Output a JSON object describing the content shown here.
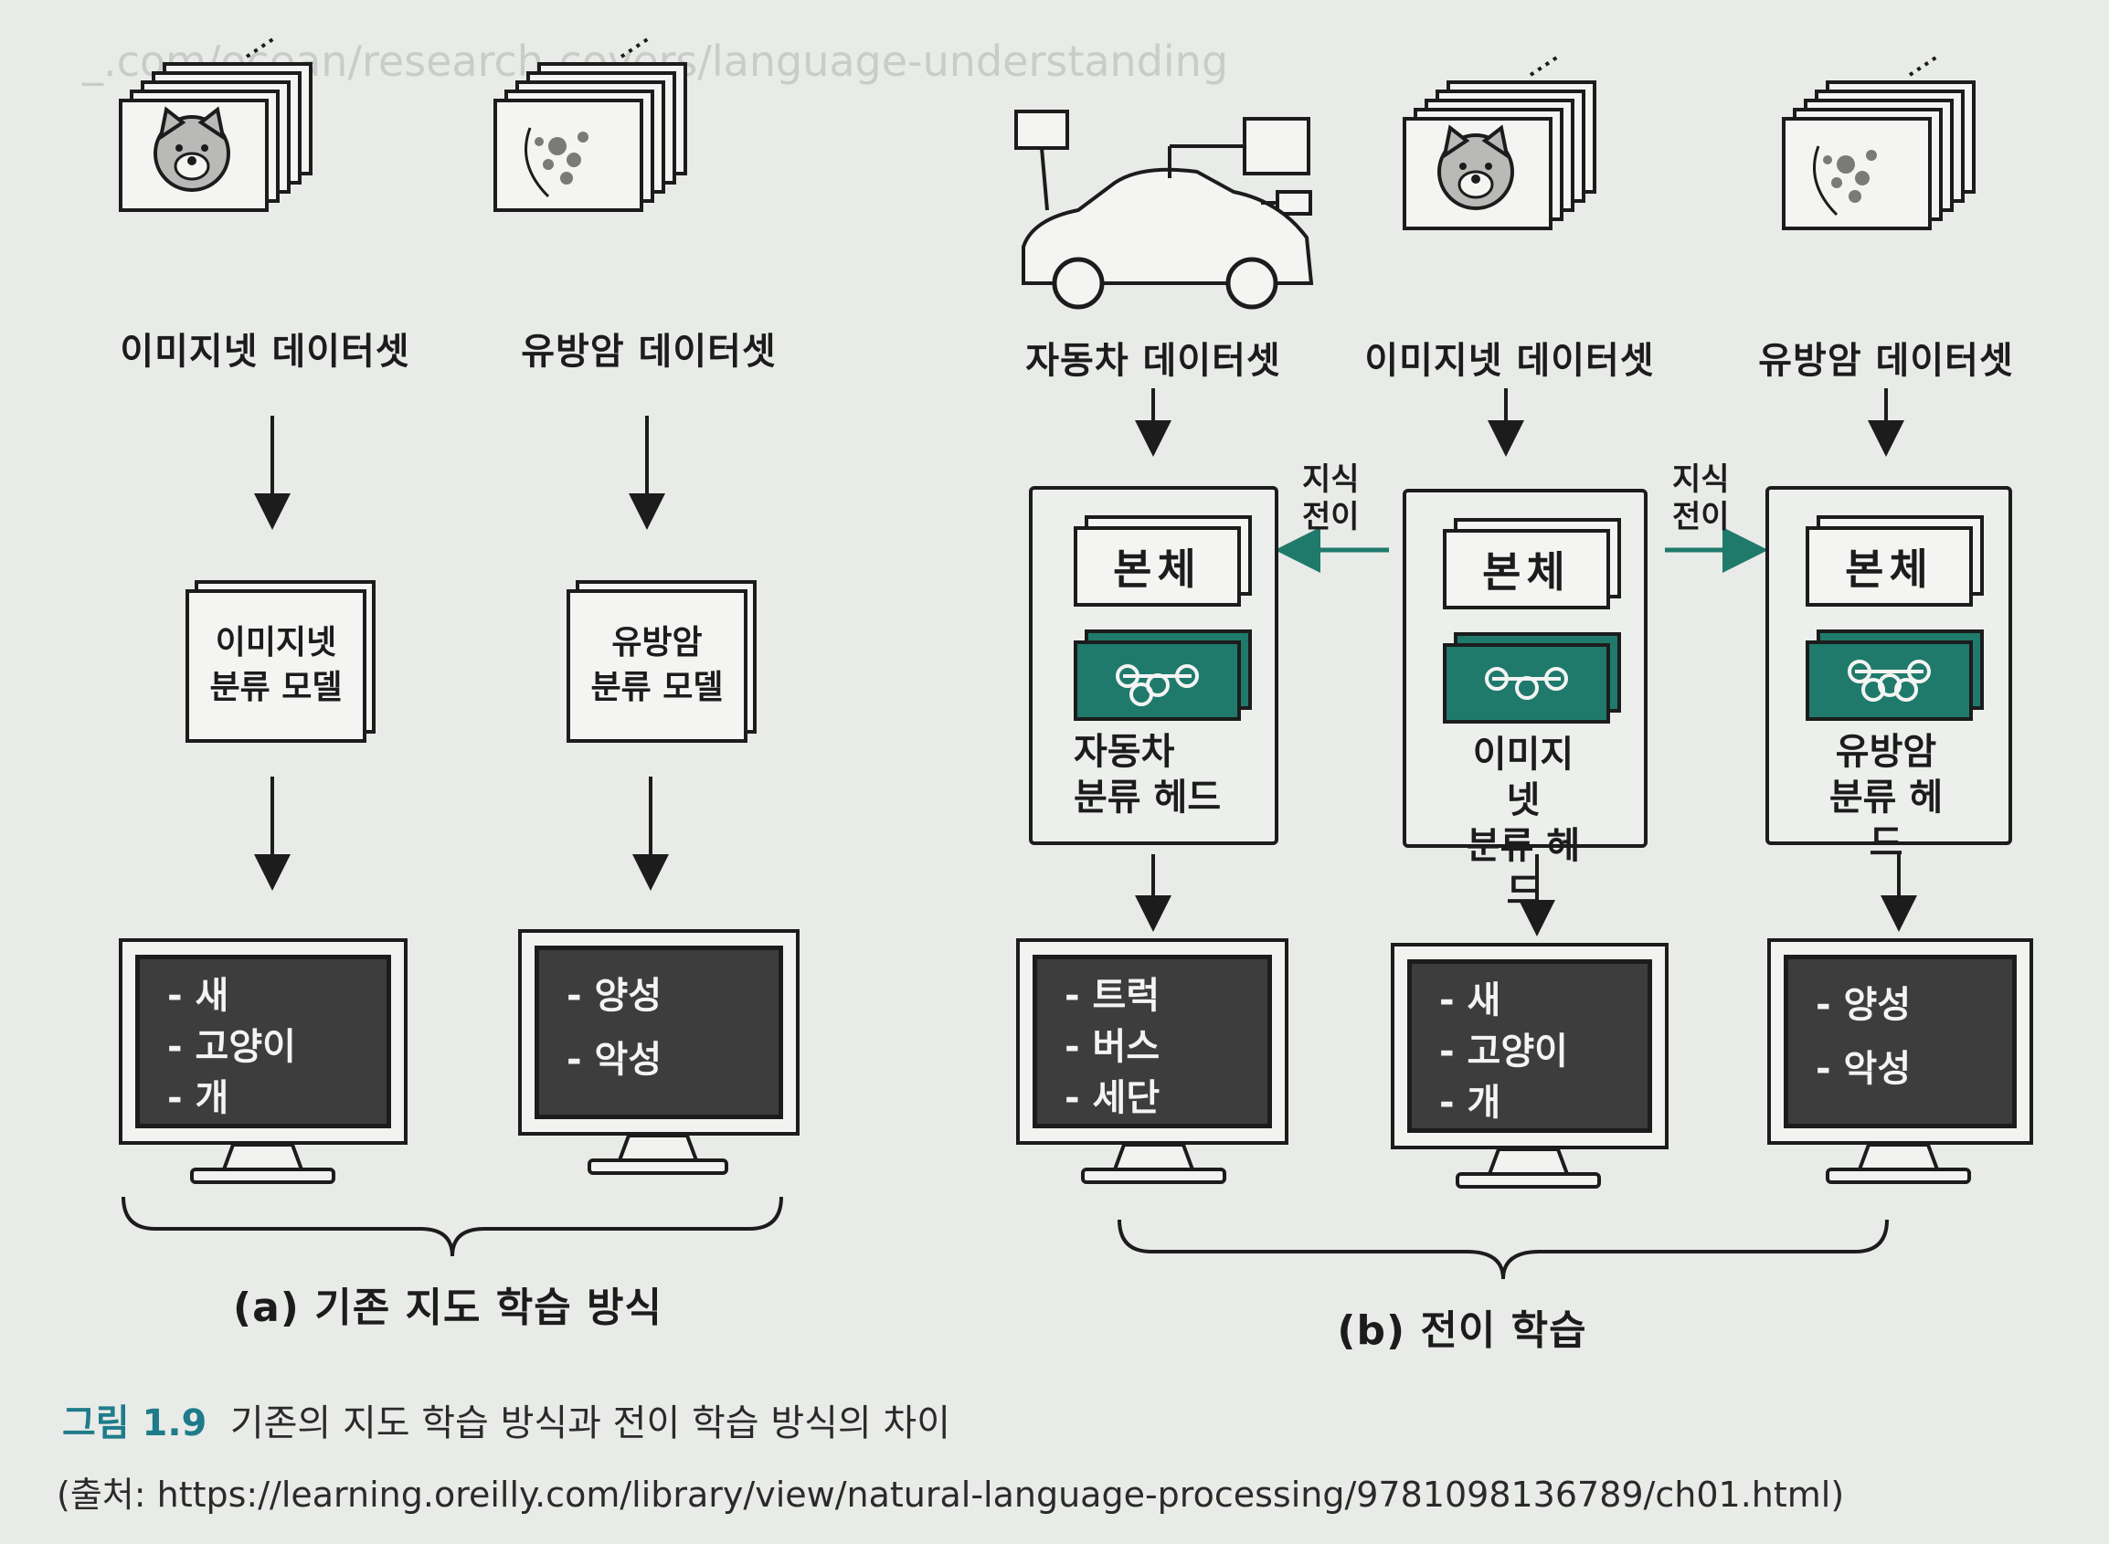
{
  "datasets": {
    "imagenet_a": "이미지넷 데이터셋",
    "breast_a": "유방암 데이터셋",
    "car_b": "자동차 데이터셋",
    "imagenet_b": "이미지넷 데이터셋",
    "breast_b": "유방암 데이터셋"
  },
  "models_a": {
    "imagenet": [
      "이미지넷",
      "분류 모델"
    ],
    "breast": [
      "유방암",
      "분류 모델"
    ]
  },
  "transfer": {
    "body": "본체",
    "knowledge_transfer": [
      "지식",
      "전이"
    ],
    "heads": {
      "car": [
        "자동차",
        "분류 헤드"
      ],
      "imagenet": [
        "이미지넷",
        "분류 헤드"
      ],
      "breast": [
        "유방암",
        "분류 헤드"
      ]
    }
  },
  "outputs": {
    "a_imagenet": [
      "- 새",
      "- 고양이",
      "- 개"
    ],
    "a_breast": [
      "- 양성",
      "- 악성"
    ],
    "b_car": [
      "- 트럭",
      "- 버스",
      "- 세단"
    ],
    "b_imagenet": [
      "- 새",
      "- 고양이",
      "- 개"
    ],
    "b_breast": [
      "- 양성",
      "- 악성"
    ]
  },
  "section_labels": {
    "a": "(a) 기존 지도 학습 방식",
    "b": "(b) 전이 학습"
  },
  "caption": {
    "figure_number": "그림 1.9",
    "text": "기존의 지도 학습 방식과 전이 학습 방식의 차이",
    "source": "(출처: https://learning.oreilly.com/library/view/natural-language-processing/9781098136789/ch01.html)"
  },
  "colors": {
    "background": "#e9ebe8",
    "accent_teal": "#1f7a6c",
    "caption_blue": "#1e7c8a",
    "screen": "#3c3d3c"
  }
}
